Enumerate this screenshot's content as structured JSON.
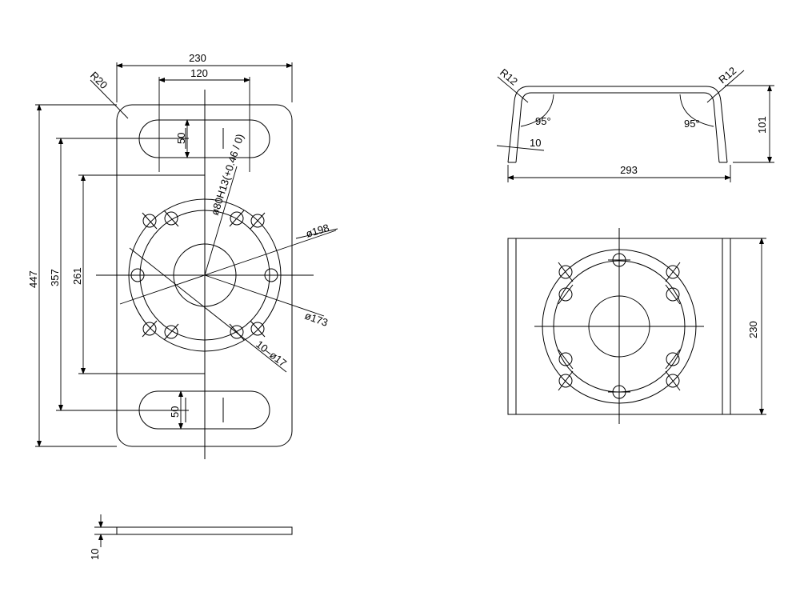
{
  "dimensions": {
    "top_plate": {
      "width_overall": "230",
      "slot_spacing": "120",
      "corner_radius": "R20",
      "slot_width_top": "50",
      "slot_width_bottom": "50",
      "height_overall": "447",
      "height_slots": "357",
      "height_inner": "261",
      "bore": "ø80H13(+0.46 / 0)",
      "bolt_circle_outer": "ø198",
      "bolt_circle_inner": "ø173",
      "holes": "10–ø17"
    },
    "side_plate": {
      "thickness": "10"
    },
    "bent_profile": {
      "bend_radius_left": "R12",
      "bend_radius_right": "R12",
      "angle_left": "95°",
      "angle_right": "95°",
      "thickness": "10",
      "width": "293",
      "height": "101"
    },
    "bent_plan": {
      "width": "230"
    }
  }
}
